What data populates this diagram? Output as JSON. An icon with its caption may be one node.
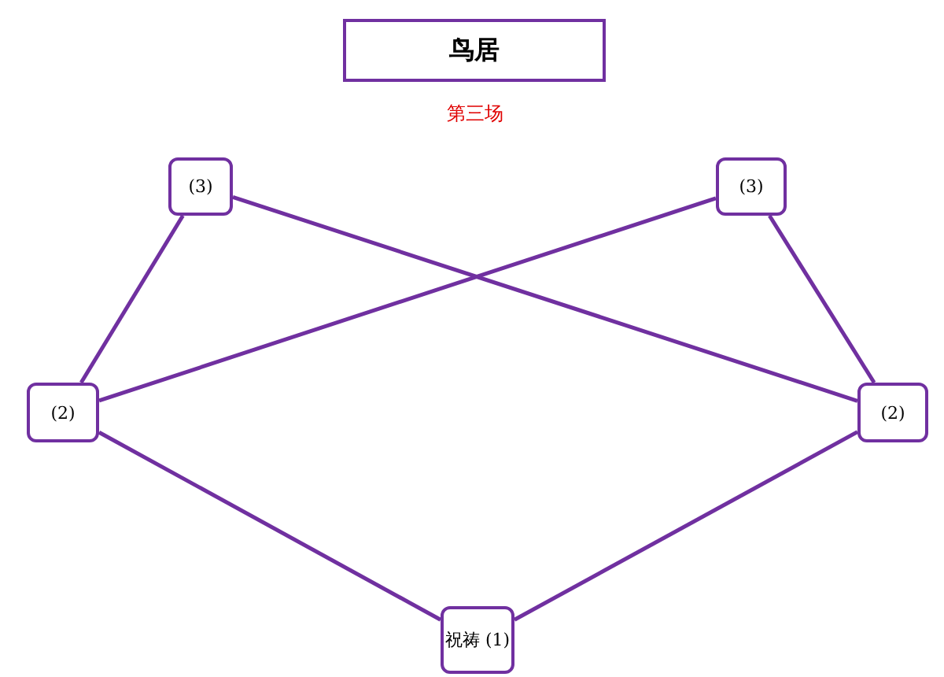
{
  "diagram": {
    "title": "鸟居",
    "nodes": [
      {
        "text": [
          "(3)"
        ]
      },
      {
        "text": [
          "(3)"
        ]
      },
      {
        "text": [
          "(2)"
        ]
      },
      {
        "text": [
          "(2)"
        ]
      },
      {
        "text": [
          "祝祷 (1)"
        ]
      }
    ],
    "edges": [
      {
        "from": 0,
        "to": 3,
        "arrow": "none"
      },
      {
        "from": 0,
        "to": 2,
        "arrow": "none"
      },
      {
        "from": 1,
        "to": 2,
        "arrow": "none"
      },
      {
        "from": 1,
        "to": 3,
        "arrow": "none"
      },
      {
        "from": 2,
        "to": 4,
        "arrow": "none"
      },
      {
        "from": 3,
        "to": 4,
        "arrow": "none"
      }
    ],
    "labels": [
      "第三场"
    ]
  }
}
